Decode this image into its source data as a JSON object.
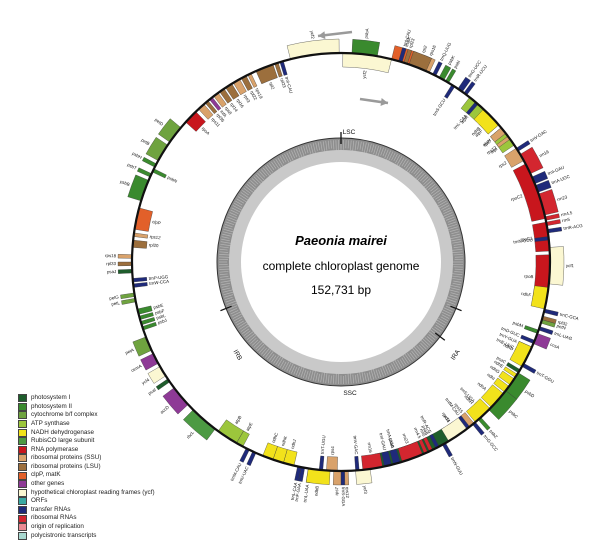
{
  "center": {
    "title": "Paeonia mairei",
    "subtitle": "complete chloroplast genome",
    "length": "152,731 bp"
  },
  "regions": {
    "lsc": "LSC",
    "ira": "IRA",
    "ssc": "SSC",
    "irb": "IRB"
  },
  "legend": [
    {
      "key": "psa",
      "label": "photosystem I",
      "color": "#1e5d2c"
    },
    {
      "key": "psb",
      "label": "photosystem II",
      "color": "#3a8a2e"
    },
    {
      "key": "pet",
      "label": "cytochrome b/f complex",
      "color": "#6fa33f"
    },
    {
      "key": "atp",
      "label": "ATP synthase",
      "color": "#9cc63c"
    },
    {
      "key": "ndh",
      "label": "NADH dehydrogenase",
      "color": "#f2e21b"
    },
    {
      "key": "rbc",
      "label": "RubisCO large subunit",
      "color": "#4c9a43"
    },
    {
      "key": "rpo",
      "label": "RNA polymerase",
      "color": "#c8161d"
    },
    {
      "key": "rps",
      "label": "ribosomal proteins (SSU)",
      "color": "#d9a26b"
    },
    {
      "key": "rpl",
      "label": "ribosomal proteins (LSU)",
      "color": "#9c6f3d"
    },
    {
      "key": "clp",
      "label": "clpP, matK",
      "color": "#e2602a"
    },
    {
      "key": "oth",
      "label": "other genes",
      "color": "#8e3a96"
    },
    {
      "key": "ycf",
      "label": "hypothetical chloroplast reading frames (ycf)",
      "color": "#fbf7d2"
    },
    {
      "key": "orf",
      "label": "ORFs",
      "color": "#3aa9a2"
    },
    {
      "key": "trn",
      "label": "transfer RNAs",
      "color": "#1f2a7a"
    },
    {
      "key": "rrn",
      "label": "ribosomal RNAs",
      "color": "#d3262f"
    },
    {
      "key": "ori",
      "label": "origin of replication",
      "color": "#ea8a93"
    },
    {
      "key": "pol",
      "label": "polycistronic transcripts",
      "color": "#a8d8cf"
    }
  ],
  "genes": [
    {
      "name": "psbA",
      "t0": 3,
      "t1": 10,
      "out": true,
      "cat": "psb"
    },
    {
      "name": "matK",
      "t0": 14,
      "t1": 20,
      "out": true,
      "cat": "clp"
    },
    {
      "name": "rps16",
      "t0": 22,
      "t1": 25,
      "out": true,
      "cat": "rps"
    },
    {
      "name": "trnQ-UUG",
      "t0": 26,
      "t1": 27,
      "out": true,
      "cat": "trn"
    },
    {
      "name": "psbK",
      "t0": 28,
      "t1": 29.5,
      "out": true,
      "cat": "psb"
    },
    {
      "name": "psbI",
      "t0": 30,
      "t1": 31,
      "out": true,
      "cat": "psb"
    },
    {
      "name": "trnS-GCU",
      "t0": 32,
      "t1": 33,
      "out": false,
      "cat": "trn"
    },
    {
      "name": "trnG-UCC",
      "t0": 34,
      "t1": 35.5,
      "out": true,
      "cat": "trn"
    },
    {
      "name": "trnR-UCU",
      "t0": 36,
      "t1": 37,
      "out": true,
      "cat": "trn"
    },
    {
      "name": "atpA",
      "t0": 38,
      "t1": 44,
      "out": false,
      "cat": "atp"
    },
    {
      "name": "atpF",
      "t0": 45,
      "t1": 49,
      "out": false,
      "cat": "atp"
    },
    {
      "name": "atpH",
      "t0": 50,
      "t1": 51.5,
      "out": false,
      "cat": "atp"
    },
    {
      "name": "atpI",
      "t0": 52,
      "t1": 56,
      "out": false,
      "cat": "atp"
    },
    {
      "name": "rps2",
      "t0": 57,
      "t1": 61,
      "out": false,
      "cat": "rps"
    },
    {
      "name": "rpoC2",
      "t0": 62,
      "t1": 78,
      "out": false,
      "cat": "rpo"
    },
    {
      "name": "rpoC1",
      "t0": 79,
      "t1": 87,
      "out": false,
      "cat": "rpo"
    },
    {
      "name": "rpoB",
      "t0": 88,
      "t1": 101,
      "out": false,
      "cat": "rpo"
    },
    {
      "name": "trnC-GCA",
      "t0": 103,
      "t1": 104,
      "out": true,
      "cat": "trn"
    },
    {
      "name": "petN",
      "t0": 106,
      "t1": 107,
      "out": true,
      "cat": "pet"
    },
    {
      "name": "psbM",
      "t0": 109,
      "t1": 110,
      "out": false,
      "cat": "psb"
    },
    {
      "name": "trnD-GUC",
      "t0": 112,
      "t1": 113,
      "out": false,
      "cat": "trn"
    },
    {
      "name": "trnY-GUA",
      "t0": 114,
      "t1": 115,
      "out": false,
      "cat": "trn"
    },
    {
      "name": "trnE-UUC",
      "t0": 116,
      "t1": 117,
      "out": false,
      "cat": "trn"
    },
    {
      "name": "trnT-GGU",
      "t0": 119,
      "t1": 120,
      "out": true,
      "cat": "trn"
    },
    {
      "name": "psbD",
      "t0": 122,
      "t1": 128,
      "out": true,
      "cat": "psb"
    },
    {
      "name": "psbC",
      "t0": 128,
      "t1": 135,
      "out": true,
      "cat": "psb"
    },
    {
      "name": "trnS-UGA",
      "t0": 136,
      "t1": 137,
      "out": false,
      "cat": "trn"
    },
    {
      "name": "psbZ",
      "t0": 138,
      "t1": 139,
      "out": true,
      "cat": "psb"
    },
    {
      "name": "trnG-GCC",
      "t0": 140,
      "t1": 141,
      "out": true,
      "cat": "trn"
    },
    {
      "name": "trnfM-CAU",
      "t0": 142,
      "t1": 143,
      "out": false,
      "cat": "trn"
    },
    {
      "name": "rps14",
      "t0": 145,
      "t1": 147,
      "out": false,
      "cat": "rps"
    },
    {
      "name": "psaB",
      "t0": 148,
      "t1": 159,
      "out": false,
      "cat": "psa"
    },
    {
      "name": "psaA",
      "t0": 159,
      "t1": 170,
      "out": false,
      "cat": "psa"
    },
    {
      "name": "ycf3",
      "t0": 172,
      "t1": 176,
      "out": true,
      "cat": "ycf"
    },
    {
      "name": "trnS-GGA",
      "t0": 179,
      "t1": 180,
      "out": true,
      "cat": "trn"
    },
    {
      "name": "rps4",
      "t0": 181,
      "t1": 184,
      "out": false,
      "cat": "rps"
    },
    {
      "name": "trnT-UGU",
      "t0": 185,
      "t1": 186,
      "out": false,
      "cat": "trn"
    },
    {
      "name": "trnL-UAA",
      "t0": 188,
      "t1": 189,
      "out": true,
      "cat": "trn"
    },
    {
      "name": "trnF-GAA",
      "t0": 190,
      "t1": 191,
      "out": true,
      "cat": "trn"
    },
    {
      "name": "ndhJ",
      "t0": 193,
      "t1": 196,
      "out": false,
      "cat": "ndh"
    },
    {
      "name": "ndhK",
      "t0": 196,
      "t1": 199,
      "out": false,
      "cat": "ndh"
    },
    {
      "name": "ndhC",
      "t0": 199,
      "t1": 202,
      "out": false,
      "cat": "ndh"
    },
    {
      "name": "trnV-UAC",
      "t0": 204,
      "t1": 205,
      "out": true,
      "cat": "trn"
    },
    {
      "name": "trnM-CAU",
      "t0": 206,
      "t1": 207,
      "out": true,
      "cat": "trn"
    },
    {
      "name": "atpE",
      "t0": 208,
      "t1": 210,
      "out": false,
      "cat": "atp"
    },
    {
      "name": "atpB",
      "t0": 210,
      "t1": 216,
      "out": false,
      "cat": "atp"
    },
    {
      "name": "rbcL",
      "t0": 217,
      "t1": 225,
      "out": true,
      "cat": "rbc"
    },
    {
      "name": "accD",
      "t0": 227,
      "t1": 233,
      "out": true,
      "cat": "oth"
    },
    {
      "name": "psaI",
      "t0": 235,
      "t1": 236,
      "out": true,
      "cat": "psa"
    },
    {
      "name": "ycf4",
      "t0": 237,
      "t1": 240,
      "out": true,
      "cat": "ycf"
    },
    {
      "name": "cemA",
      "t0": 241,
      "t1": 244,
      "out": true,
      "cat": "oth"
    },
    {
      "name": "petA",
      "t0": 245,
      "t1": 249,
      "out": true,
      "cat": "pet"
    },
    {
      "name": "psbJ",
      "t0": 251,
      "t1": 252,
      "out": false,
      "cat": "psb"
    },
    {
      "name": "psbL",
      "t0": 252.5,
      "t1": 253.5,
      "out": false,
      "cat": "psb"
    },
    {
      "name": "psbF",
      "t0": 254,
      "t1": 255,
      "out": false,
      "cat": "psb"
    },
    {
      "name": "psbE",
      "t0": 255.5,
      "t1": 257,
      "out": false,
      "cat": "psb"
    },
    {
      "name": "petL",
      "t0": 259,
      "t1": 260,
      "out": true,
      "cat": "pet"
    },
    {
      "name": "petG",
      "t0": 260.5,
      "t1": 261.5,
      "out": true,
      "cat": "pet"
    },
    {
      "name": "trnW-CCA",
      "t0": 263,
      "t1": 264,
      "out": false,
      "cat": "trn"
    },
    {
      "name": "trnP-UGG",
      "t0": 264.5,
      "t1": 265.5,
      "out": false,
      "cat": "trn"
    },
    {
      "name": "psaJ",
      "t0": 267,
      "t1": 268,
      "out": true,
      "cat": "psa"
    },
    {
      "name": "rpl33",
      "t0": 269,
      "t1": 270,
      "out": true,
      "cat": "rpl"
    },
    {
      "name": "rps18",
      "t0": 271,
      "t1": 272,
      "out": true,
      "cat": "rps"
    },
    {
      "name": "rpl20",
      "t0": 274,
      "t1": 276,
      "out": false,
      "cat": "rpl"
    },
    {
      "name": "rps12",
      "t0": 277,
      "t1": 278,
      "out": false,
      "cat": "rps"
    },
    {
      "name": "clpP",
      "t0": 279,
      "t1": 285,
      "out": false,
      "cat": "clp"
    },
    {
      "name": "psbB",
      "t0": 287,
      "t1": 293,
      "out": true,
      "cat": "psb"
    },
    {
      "name": "psbT",
      "t0": 294,
      "t1": 295,
      "out": true,
      "cat": "psb"
    },
    {
      "name": "psbN",
      "t0": 295.5,
      "t1": 296.5,
      "out": false,
      "cat": "psb"
    },
    {
      "name": "psbH",
      "t0": 297,
      "t1": 298,
      "out": true,
      "cat": "psb"
    },
    {
      "name": "petB",
      "t0": 299,
      "t1": 304,
      "out": true,
      "cat": "pet"
    },
    {
      "name": "petD",
      "t0": 305,
      "t1": 310,
      "out": true,
      "cat": "pet"
    },
    {
      "name": "rpoA",
      "t0": 312,
      "t1": 316,
      "out": false,
      "cat": "rpo"
    },
    {
      "name": "rps11",
      "t0": 317,
      "t1": 319,
      "out": false,
      "cat": "rps"
    },
    {
      "name": "rpl36",
      "t0": 319.5,
      "t1": 320.5,
      "out": false,
      "cat": "rpl"
    },
    {
      "name": "infA",
      "t0": 321,
      "t1": 322,
      "out": false,
      "cat": "oth"
    },
    {
      "name": "rps8",
      "t0": 322.5,
      "t1": 324,
      "out": false,
      "cat": "rps"
    },
    {
      "name": "rpl14",
      "t0": 324.5,
      "t1": 326,
      "out": false,
      "cat": "rpl"
    },
    {
      "name": "rpl16",
      "t0": 326.5,
      "t1": 328.5,
      "out": false,
      "cat": "rpl"
    },
    {
      "name": "rps3",
      "t0": 329,
      "t1": 331,
      "out": false,
      "cat": "rps"
    },
    {
      "name": "rpl22",
      "t0": 331.5,
      "t1": 333,
      "out": false,
      "cat": "rpl"
    },
    {
      "name": "rps19",
      "t0": 333.5,
      "t1": 334.5,
      "out": false,
      "cat": "rps"
    },
    {
      "name": "rpl2",
      "t0": 336,
      "t1": 341,
      "out": false,
      "cat": "rpl"
    },
    {
      "name": "rpl23",
      "t0": 341.5,
      "t1": 342.5,
      "out": false,
      "cat": "rpl"
    },
    {
      "name": "trnI-CAU",
      "t0": 343,
      "t1": 344,
      "out": false,
      "cat": "trn"
    },
    {
      "name": "ycf2",
      "t0": 346,
      "t1": 359.5,
      "out": true,
      "cat": "ycf"
    },
    {
      "name": "rpl2",
      "t0": 19,
      "t1": 24,
      "out": true,
      "cat": "rpl"
    },
    {
      "name": "rpl23",
      "t0": 17.5,
      "t1": 18.5,
      "out": true,
      "cat": "rpl"
    },
    {
      "name": "trnI-CAU",
      "t0": 16,
      "t1": 17,
      "out": true,
      "cat": "trn"
    },
    {
      "name": "ycf2",
      "t0": 0.5,
      "t1": 14,
      "out": false,
      "cat": "ycf"
    },
    {
      "name": "trnL-CAA",
      "t0": 40,
      "t1": 41,
      "out": false,
      "cat": "trn"
    },
    {
      "name": "ndhB",
      "t0": 43,
      "t1": 49,
      "out": false,
      "cat": "ndh"
    },
    {
      "name": "rps7",
      "t0": 50,
      "t1": 52,
      "out": false,
      "cat": "rps"
    },
    {
      "name": "rps12",
      "t0": 53,
      "t1": 54,
      "out": false,
      "cat": "rps"
    },
    {
      "name": "trnV-GAC",
      "t0": 57,
      "t1": 58,
      "out": true,
      "cat": "trn"
    },
    {
      "name": "rrn16",
      "t0": 59,
      "t1": 65,
      "out": true,
      "cat": "rrn"
    },
    {
      "name": "trnI-GAU",
      "t0": 66,
      "t1": 68,
      "out": true,
      "cat": "trn"
    },
    {
      "name": "trnA-UGC",
      "t0": 68.5,
      "t1": 70.5,
      "out": true,
      "cat": "trn"
    },
    {
      "name": "rrn23",
      "t0": 71,
      "t1": 77,
      "out": true,
      "cat": "rrn"
    },
    {
      "name": "rrn4.5",
      "t0": 77.5,
      "t1": 78.5,
      "out": true,
      "cat": "rrn"
    },
    {
      "name": "rrn5",
      "t0": 79,
      "t1": 80,
      "out": true,
      "cat": "rrn"
    },
    {
      "name": "trnR-ACG",
      "t0": 81,
      "t1": 82,
      "out": true,
      "cat": "trn"
    },
    {
      "name": "trnN-GUU",
      "t0": 83,
      "t1": 84,
      "out": false,
      "cat": "trn"
    },
    {
      "name": "ycf1",
      "t0": 86,
      "t1": 96,
      "out": true,
      "cat": "ycf"
    },
    {
      "name": "ndhF",
      "t0": 97,
      "t1": 103,
      "out": false,
      "cat": "ndh"
    },
    {
      "name": "rpl32",
      "t0": 105,
      "t1": 106,
      "out": true,
      "cat": "rpl"
    },
    {
      "name": "trnL-UAG",
      "t0": 108,
      "t1": 109,
      "out": true,
      "cat": "trn"
    },
    {
      "name": "ccsA",
      "t0": 110,
      "t1": 113,
      "out": true,
      "cat": "oth"
    },
    {
      "name": "ndhD",
      "t0": 114,
      "t1": 120,
      "out": false,
      "cat": "ndh"
    },
    {
      "name": "psaC",
      "t0": 121,
      "t1": 122,
      "out": false,
      "cat": "psa"
    },
    {
      "name": "ndhE",
      "t0": 122.5,
      "t1": 123.5,
      "out": false,
      "cat": "ndh"
    },
    {
      "name": "ndhG",
      "t0": 124,
      "t1": 126,
      "out": false,
      "cat": "ndh"
    },
    {
      "name": "ndhI",
      "t0": 126.5,
      "t1": 128.5,
      "out": false,
      "cat": "ndh"
    },
    {
      "name": "ndhA",
      "t0": 129,
      "t1": 134,
      "out": false,
      "cat": "ndh"
    },
    {
      "name": "ndhH",
      "t0": 134.5,
      "t1": 140,
      "out": false,
      "cat": "ndh"
    },
    {
      "name": "rps15",
      "t0": 140.5,
      "t1": 142,
      "out": false,
      "cat": "rps"
    },
    {
      "name": "ycf1",
      "t0": 143,
      "t1": 149,
      "out": false,
      "cat": "ycf"
    },
    {
      "name": "trnN-GUU",
      "t0": 150,
      "t1": 151,
      "out": true,
      "cat": "trn"
    },
    {
      "name": "trnR-ACG",
      "t0": 152,
      "t1": 153,
      "out": false,
      "cat": "trn"
    },
    {
      "name": "rrn5",
      "t0": 154,
      "t1": 155,
      "out": false,
      "cat": "rrn"
    },
    {
      "name": "rrn4.5",
      "t0": 155.5,
      "t1": 156.5,
      "out": false,
      "cat": "rrn"
    },
    {
      "name": "rrn23",
      "t0": 157,
      "t1": 163,
      "out": false,
      "cat": "rrn"
    },
    {
      "name": "trnA-UGC",
      "t0": 163.5,
      "t1": 165.5,
      "out": false,
      "cat": "trn"
    },
    {
      "name": "trnI-GAU",
      "t0": 166,
      "t1": 168,
      "out": false,
      "cat": "trn"
    },
    {
      "name": "rrn16",
      "t0": 168.5,
      "t1": 174,
      "out": false,
      "cat": "rrn"
    },
    {
      "name": "trnV-GAC",
      "t0": 175,
      "t1": 176,
      "out": false,
      "cat": "trn"
    },
    {
      "name": "rps12",
      "t0": 178,
      "t1": 179,
      "out": true,
      "cat": "rps"
    },
    {
      "name": "rps7",
      "t0": 180,
      "t1": 182,
      "out": true,
      "cat": "rps"
    },
    {
      "name": "ndhB",
      "t0": 183,
      "t1": 189,
      "out": true,
      "cat": "ndh"
    },
    {
      "name": "trnL-CAA",
      "t0": 191,
      "t1": 192,
      "out": true,
      "cat": "trn"
    }
  ]
}
